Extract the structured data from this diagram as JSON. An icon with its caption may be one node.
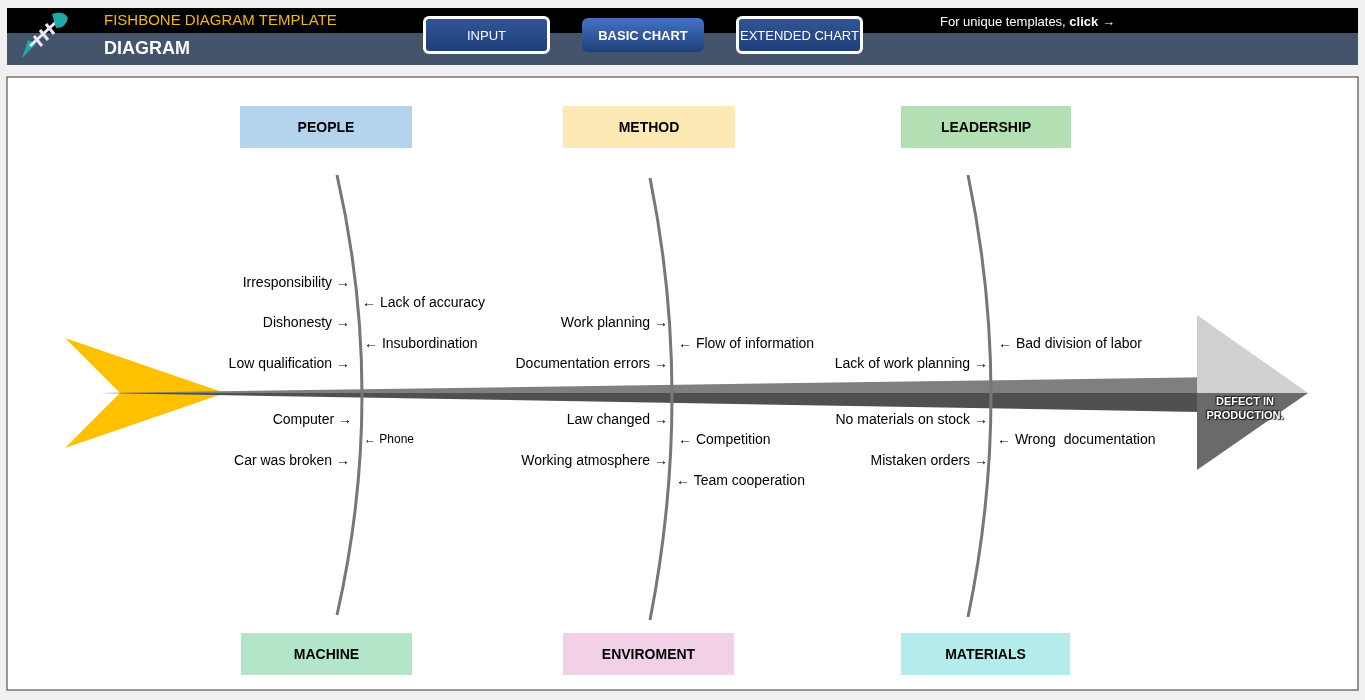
{
  "diagram": {
    "title": "FISHBONE DIAGRAM TEMPLATE",
    "nodes": [
      {
        "text": [
          "PEOPLE"
        ]
      },
      {
        "text": [
          "METHOD"
        ]
      },
      {
        "text": [
          "LEADERSHIP"
        ]
      },
      {
        "text": [
          "MACHINE"
        ]
      },
      {
        "text": [
          "ENVIROMENT"
        ]
      },
      {
        "text": [
          "MATERIALS"
        ]
      },
      {
        "text": [
          "DEFECT IN PRODUCTION."
        ]
      }
    ],
    "labels": [
      "DIAGRAM",
      "INPUT",
      "BASIC CHART",
      "EXTENDED CHART",
      "For unique templates, **click** →",
      "Irresponsibility →",
      "← Lack of accuracy",
      "Dishonesty →",
      "Work planning →",
      "← Insubordination",
      "← Flow of information",
      "← Bad division of labor",
      "Low qualification →",
      "Documentation errors →",
      "Lack of work planning →",
      "Computer →",
      "Law changed →",
      "No materials on stock →",
      "← Phone",
      "← Competition",
      "← Wrong  documentation",
      "Car was broken →",
      "Working atmosphere →",
      "Mistaken orders →",
      "← Team cooperation"
    ]
  }
}
